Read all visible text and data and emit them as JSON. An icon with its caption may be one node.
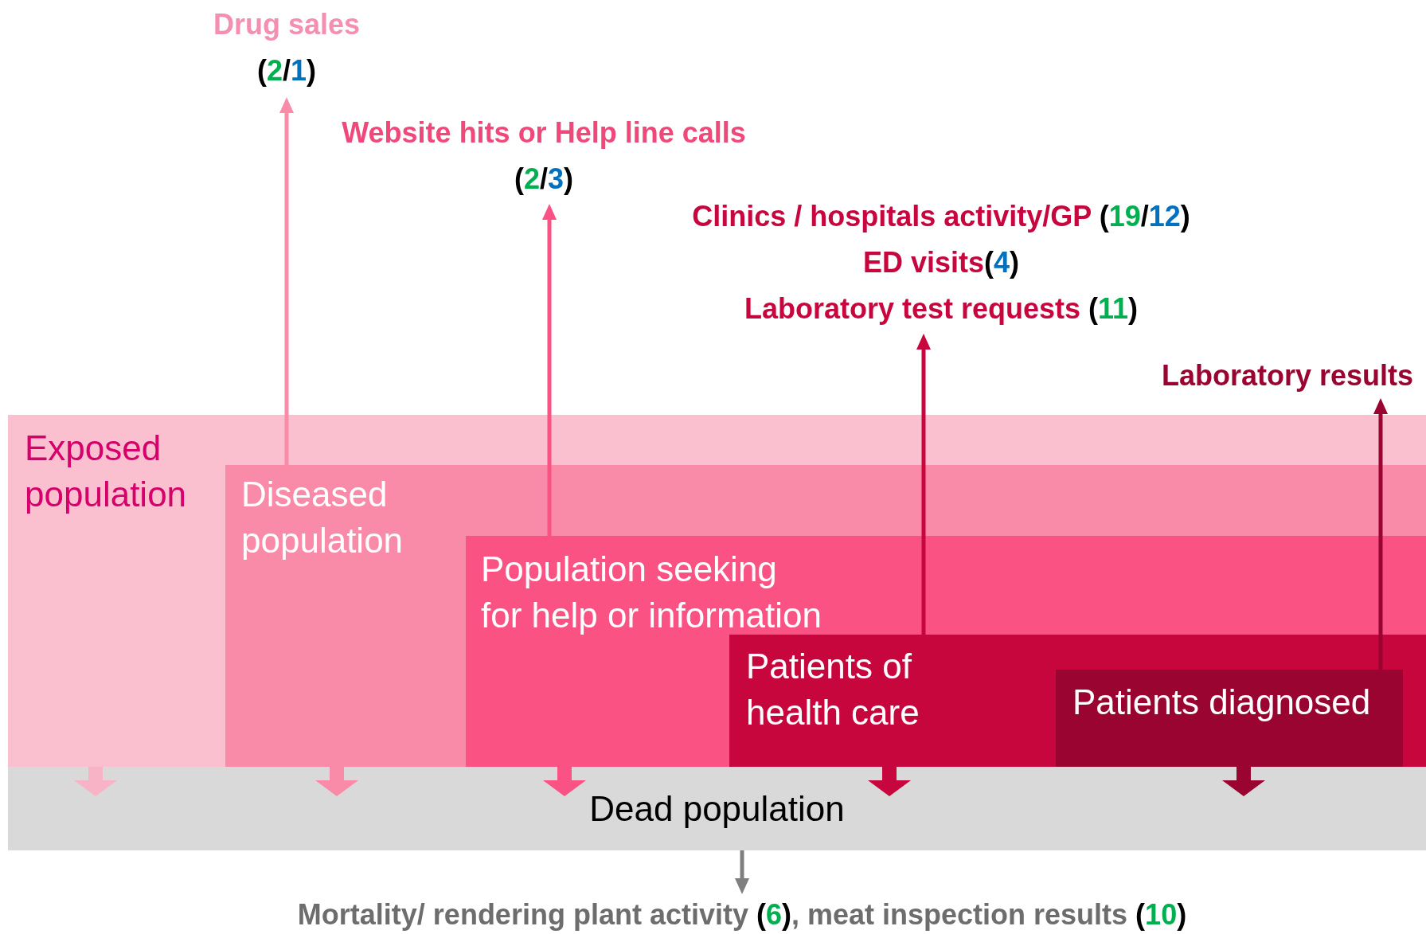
{
  "diagram": {
    "nodes": [
      {
        "text": [
          "Drug sales",
          "(2/1)"
        ]
      },
      {
        "text": [
          "Website hits or Help line calls",
          "(2/3)"
        ]
      },
      {
        "text": [
          "Clinics / hospitals activity/GP  (19/12)",
          "ED visits(4)",
          "Laboratory test requests (11)"
        ]
      },
      {
        "text": [
          "Laboratory results"
        ]
      },
      {
        "text": [
          "Exposed population"
        ]
      },
      {
        "text": [
          "Diseased population"
        ],
        "in": 4
      },
      {
        "text": [
          "Population seeking for help or information"
        ],
        "in": 5
      },
      {
        "text": [
          "Patients of health care"
        ],
        "in": 6
      },
      {
        "text": [
          "Patients diagnosed"
        ],
        "in": 7
      },
      {
        "text": [
          "Dead population"
        ]
      },
      {
        "text": [
          "Mortality/ rendering plant activity (6), meat inspection results (10)"
        ]
      }
    ],
    "edges": [
      {
        "from": 5,
        "to": 0,
        "arrow": "to",
        "color": "#f98aa8"
      },
      {
        "from": 6,
        "to": 1,
        "arrow": "to",
        "color": "#f95283"
      },
      {
        "from": 7,
        "to": 2,
        "arrow": "to",
        "color": "#c8063e"
      },
      {
        "from": 8,
        "to": 3,
        "arrow": "to",
        "color": "#990530"
      },
      {
        "from": 4,
        "to": 9,
        "arrow": "to",
        "style": "thick",
        "color": "#f9b3c7"
      },
      {
        "from": 5,
        "to": 9,
        "arrow": "to",
        "style": "thick",
        "color": "#f98aa8"
      },
      {
        "from": 6,
        "to": 9,
        "arrow": "to",
        "style": "thick",
        "color": "#f95283"
      },
      {
        "from": 7,
        "to": 9,
        "arrow": "to",
        "style": "thick",
        "color": "#c8063e"
      },
      {
        "from": 8,
        "to": 9,
        "arrow": "to",
        "style": "thick",
        "color": "#990530"
      },
      {
        "from": 9,
        "to": 10,
        "arrow": "to",
        "color": "#7f7f7f"
      }
    ]
  }
}
